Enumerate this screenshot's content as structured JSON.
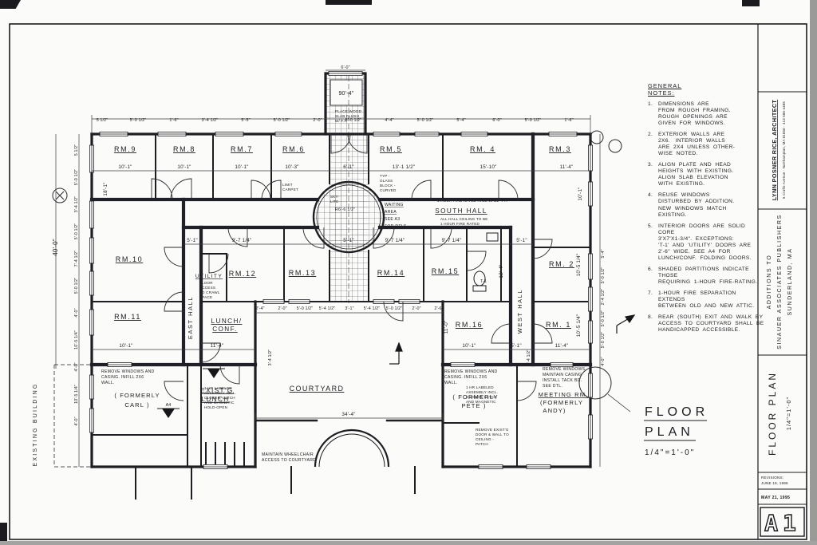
{
  "titleblock": {
    "architect": {
      "name": "LYNN POSNER RICE, ARCHITECT",
      "address": "6 Crafts Avenue · Northampton, MA 01060 · 413 586-4485"
    },
    "project": {
      "line1": "ADDITIONS TO",
      "line2": "SINAUER ASSOCIATES PUBLISHERS",
      "line3": "SUNDERLAND, MA"
    },
    "drawing": {
      "title": "FLOOR PLAN",
      "scale": "1/4\"=1'-0\""
    },
    "revisions_label": "REVISIONS:",
    "revision1": "JUNE 19, 1995",
    "date": "MAY 21, 1995",
    "sheet_number": "A1"
  },
  "drawing_title": {
    "line1": "FLOOR",
    "line2": "PLAN",
    "scale": "1/4\"=1'-0\""
  },
  "notes": {
    "heading1": "GENERAL",
    "heading2": "NOTES:",
    "items": [
      {
        "num": "1.",
        "lines": [
          "DIMENSIONS  ARE",
          "FROM  ROUGH  FRAMING.",
          "ROUGH  OPENINGS  ARE",
          "GIVEN  FOR  WINDOWS."
        ]
      },
      {
        "num": "2.",
        "lines": [
          "EXTERIOR  WALLS  ARE",
          "2X6.   INTERIOR  WALLS",
          "ARE  2X4  UNLESS  OTHER-",
          "WISE  NOTED."
        ]
      },
      {
        "num": "3.",
        "lines": [
          "ALIGN  PLATE  AND  HEAD",
          "HEIGHTS  WITH  EXISTING.",
          "ALIGN  SLAB  ELEVATION",
          "WITH  EXISTING."
        ]
      },
      {
        "num": "4.",
        "lines": [
          "REUSE  WINDOWS",
          "DISTURBED  BY  ADDITION.",
          "NEW  WINDOWS  MATCH",
          "EXISTING."
        ]
      },
      {
        "num": "5.",
        "lines": [
          "INTERIOR  DOORS  ARE  SOLID  CORE",
          "3'X7'X1-3/4\".  EXCEPTIONS:",
          "'T-1'  AND  'UTILITY'  DOORS  ARE",
          "2'-6\"  WIDE.  SEE  A4  FOR",
          "LUNCH/CONF.  FOLDING  DOORS."
        ]
      },
      {
        "num": "6.",
        "lines": [
          "SHADED  PARTITIONS  INDICATE  THOSE",
          "REQUIRING  1-HOUR  FIRE-RATING."
        ]
      },
      {
        "num": "7.",
        "lines": [
          "1-HOUR  FIRE  SEPARATION  EXTENDS",
          "BETWEEN  OLD  AND  NEW  ATTIC."
        ]
      },
      {
        "num": "8.",
        "lines": [
          "REAR  (SOUTH)  EXIT  AND  WALK  BY",
          "ACCESS  TO  COURTYARD  SHALL  BE",
          "HANDICAPPED  ACCESSIBLE."
        ]
      }
    ]
  },
  "rooms": {
    "rm9": {
      "label": "RM.9",
      "dim": "10'-1\""
    },
    "rm8": {
      "label": "RM.8",
      "dim": "10'-1\""
    },
    "rm7": {
      "label": "RM.7",
      "dim": "10'-1\""
    },
    "rm6": {
      "label": "RM.6",
      "dim": "10'-3\""
    },
    "rm5": {
      "label": "RM.5",
      "dim": "13'-1 1/2\""
    },
    "rm4": {
      "label": "RM. 4",
      "dim": "15'-10\""
    },
    "rm3": {
      "label": "RM.3",
      "dim": "11'-4\"",
      "dim2": "10'-1\""
    },
    "rm2": {
      "label": "RM. 2",
      "dim2": "10'-5 1/4\""
    },
    "rm1": {
      "label": "RM. 1",
      "dim": "11'-4\"",
      "dim2": "10'-5 1/4\""
    },
    "rm10": {
      "label": "RM.10",
      "dim2": "10'-5 1/4\""
    },
    "rm11": {
      "label": "RM.11",
      "dim": "10'-1\""
    },
    "rm12": {
      "label": "RM.12"
    },
    "rm13": {
      "label": "RM.13"
    },
    "rm14": {
      "label": "RM.14"
    },
    "rm15": {
      "label": "RM.15",
      "dim2": "12'-4\""
    },
    "rm16": {
      "label": "RM.16",
      "dim": "10'-1\"",
      "dim2": "11'-0\""
    },
    "t1": {
      "label": "T-1"
    }
  },
  "halls": {
    "east": "EAST HALL",
    "west": "WEST HALL",
    "south": "SOUTH HALL",
    "south_note": [
      "ALL HALL CEILING TO BE",
      "1 HOUR FIRE RATED"
    ],
    "fire_note": "1 HOUR FIRE RATED HALL WALL -TYP"
  },
  "areas": {
    "courtyard": {
      "label": "COURTYARD",
      "dim": "34'-4\""
    },
    "lunch_conf": [
      "LUNCH/",
      "CONF."
    ],
    "utility": {
      "label": "UTILITY",
      "note": [
        "FLOOR",
        "ACCESS",
        "TO CRAWL",
        "SPACE"
      ]
    },
    "waiting": [
      "WAITING",
      "AREA",
      "SEE A3",
      "FOR DTLS"
    ],
    "skylite": [
      "SKY-",
      "LITE",
      "R6'-6 1/2\""
    ],
    "glass_note": [
      "TYP -",
      "GLASS",
      "BLOCK -",
      "CURVED"
    ],
    "limit_carpet": [
      "LIMIT",
      "CARPET"
    ],
    "formerly_carl": [
      "( FORMERLY",
      "CARL  )"
    ],
    "existg_lunch": [
      "EXIST'G",
      "LUNCH"
    ],
    "formerly_pete": [
      "( FORMERLY",
      "PETE )"
    ],
    "meeting": [
      "MEETING  RM.",
      "(FORMERLY",
      "ANDY)"
    ],
    "existing_building": "EXISTING BUILDING"
  },
  "annos": {
    "remove_left": [
      "REMOVE  WINDOWS  AND",
      "CASING.   INFILL  2X6",
      "WALL."
    ],
    "remove_center": [
      "REMOVE  WINDOWS  AND",
      "CASING.  INFILL  2X6",
      "WALL."
    ],
    "remove_right": [
      "REMOVE  WINDOWS",
      "MAINTAIN  CASING",
      "INSTALL  TACK  BD.",
      "SEE  DTL."
    ],
    "wheelchair": [
      "MAINTAIN WHEELCHAIR",
      "ACCESS  TO COURTYARD"
    ],
    "door_note": [
      "1 HR LABELED",
      "ASSEMBLY INCL.",
      "CLOSER, LATCH",
      "AND MAGNETIC",
      "HOLD-OPEN"
    ],
    "remove_door": [
      "REMOVE EXIST'G",
      "DOOR & WALL TO",
      "CEILING -",
      "PATCH"
    ],
    "slab_note": [
      "PLACE WOOD",
      "SLAB FLUSH",
      "W/ F.F."
    ],
    "section_marker": "A4"
  },
  "dims": {
    "overall_v": "40'-0\"",
    "rm9_depth": "18'-1\"",
    "tower_w": "6'-0\"",
    "tower_box": "90'-4\"",
    "glass_w": "6'-1\"",
    "court_side_l": "3'-4 1/2\"",
    "court_side_r": "3'-4 1/2\"",
    "top": [
      "5 1/2\"",
      "5'-0 1/2\"",
      "1'-6\"",
      "3'-4 1/2\"",
      "5'-5\"",
      "5'-0 1/2\"",
      "2'-0\"",
      "5'-0 1/2\"",
      "4'-4\"",
      "5'-0 1/2\"",
      "5'-4\"",
      "6'-0\"",
      "5'-0 1/2\"",
      "1'-6\""
    ],
    "left": [
      "5 1/2\"",
      "5'-0 1/2\"",
      "3'-4 1/2\"",
      "5'-0 1/2\"",
      "7'-4 1/2\"",
      "5'-0 1/2\"",
      "4'-0\"",
      "10'-5 1/4\"",
      "4'-0\"",
      "10'-5 1/4\"",
      "4'-0\""
    ],
    "right": [
      "5'-4\"",
      "5'-0 1/2\"",
      "2'-4 1/2\"",
      "5'-0 1/2\"",
      "5'-0 1/2\"",
      "4'-0\""
    ],
    "mid": [
      "5'-1\"",
      "9'-7 1/4\"",
      "5'-1\"",
      "9'-7 1/4\"",
      "9'-7 1/4\"",
      "5'-1\""
    ],
    "bottom": [
      "2'-4\"",
      "2'-0\"",
      "5'-0 1/2\"",
      "5'-4 1/2\"",
      "3'-1\"",
      "5'-4 1/2\"",
      "5'-0 1/2\"",
      "2'-0\"",
      "2'-6\""
    ],
    "row3": [
      "10'-1\"",
      "11'-4\"",
      "10'-1\"",
      "5'-1\"",
      "11'-4\""
    ]
  }
}
